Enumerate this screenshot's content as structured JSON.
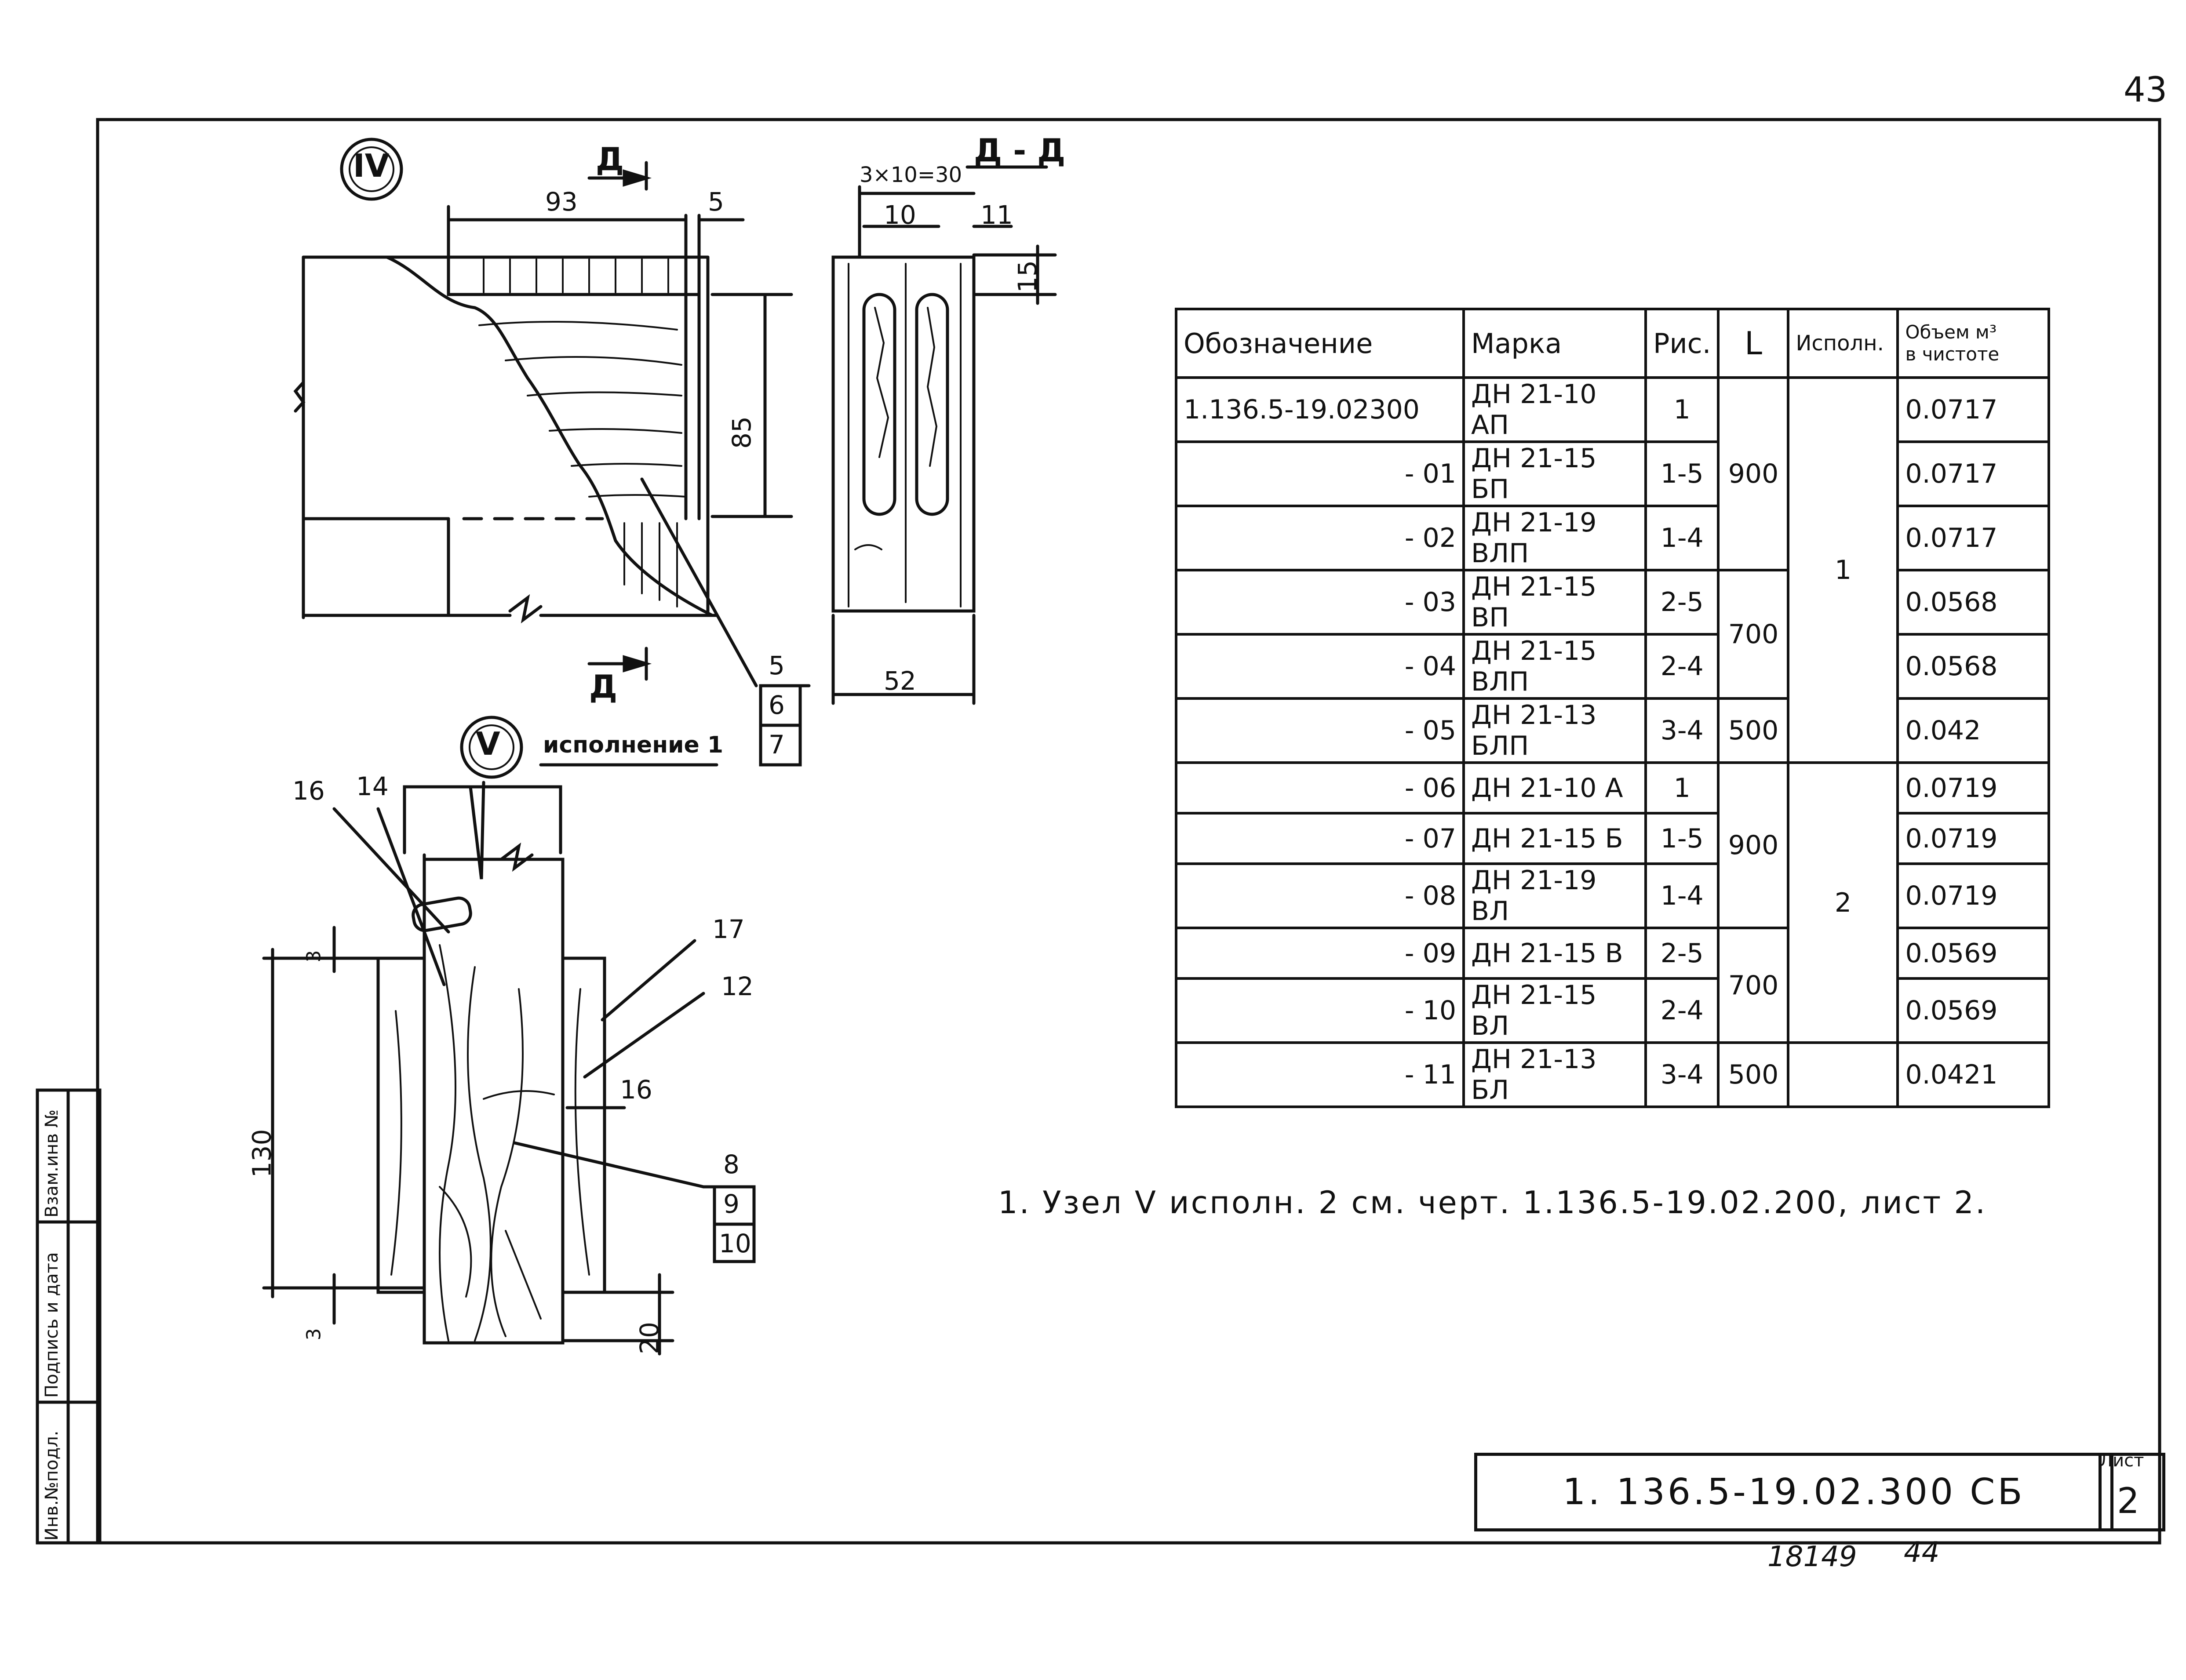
{
  "page_number": "43",
  "views": {
    "view_iv": {
      "mark": "IV",
      "section_mark": "Д",
      "section_title": "Д - Д"
    },
    "view_v": {
      "mark": "V",
      "title": "исполнение 1"
    }
  },
  "dimensions": {
    "d93": "93",
    "d5": "5",
    "d85": "85",
    "d3x10": "3×10=30",
    "d10": "10",
    "d11": "11",
    "d15": "15",
    "d52": "52",
    "d130": "130",
    "d3a": "3",
    "d3b": "3",
    "d20": "20"
  },
  "callouts": {
    "c5": "5",
    "c6": "6",
    "c7": "7",
    "c16a": "16",
    "c14": "14",
    "c17": "17",
    "c12": "12",
    "c16b": "16",
    "c8": "8",
    "c9": "9",
    "c10": "10"
  },
  "table": {
    "headers": {
      "designation": "Обозначение",
      "mark": "Марка",
      "fig": "Рис.",
      "length": "L",
      "version": "Исполн.",
      "volume_line1": "Объем м³",
      "volume_line2": "в чистоте"
    },
    "rows": [
      {
        "designation": "1.136.5-19.02300",
        "mark": "ДН 21-10 АП",
        "fig": "1",
        "volume": "0.0717"
      },
      {
        "designation": "- 01",
        "mark": "ДН 21-15 БП",
        "fig": "1-5",
        "volume": "0.0717"
      },
      {
        "designation": "- 02",
        "mark": "ДН 21-19 ВЛП",
        "fig": "1-4",
        "volume": "0.0717"
      },
      {
        "designation": "- 03",
        "mark": "ДН 21-15 ВП",
        "fig": "2-5",
        "volume": "0.0568"
      },
      {
        "designation": "- 04",
        "mark": "ДН 21-15 ВЛП",
        "fig": "2-4",
        "volume": "0.0568"
      },
      {
        "designation": "- 05",
        "mark": "ДН 21-13 БЛП",
        "fig": "3-4",
        "volume": "0.042"
      },
      {
        "designation": "- 06",
        "mark": "ДН 21-10 А",
        "fig": "1",
        "volume": "0.0719"
      },
      {
        "designation": "- 07",
        "mark": "ДН 21-15 Б",
        "fig": "1-5",
        "volume": "0.0719"
      },
      {
        "designation": "- 08",
        "mark": "ДН 21-19 ВЛ",
        "fig": "1-4",
        "volume": "0.0719"
      },
      {
        "designation": "- 09",
        "mark": "ДН 21-15 В",
        "fig": "2-5",
        "volume": "0.0569"
      },
      {
        "designation": "- 10",
        "mark": "ДН 21-15 ВЛ",
        "fig": "2-4",
        "volume": "0.0569"
      },
      {
        "designation": "- 11",
        "mark": "ДН 21-13 БЛ",
        "fig": "3-4",
        "volume": "0.0421"
      }
    ],
    "length_groups": [
      "900",
      "700",
      "500",
      "900",
      "700",
      "500"
    ],
    "version_groups": [
      "1",
      "2"
    ]
  },
  "note": "1. Узел V исполн. 2 см. черт. 1.136.5-19.02.200, лист 2.",
  "title_block": {
    "code": "1. 136.5-19.02.300 СБ",
    "sheet_label": "Лист",
    "sheet_number": "2"
  },
  "side_stamp": {
    "inv_podl": "Инв.№подл.",
    "sign_date": "Подпись и дата",
    "vzam_inv": "Взам.инв №"
  },
  "handwritten": {
    "code": "18149",
    "num": "44"
  }
}
